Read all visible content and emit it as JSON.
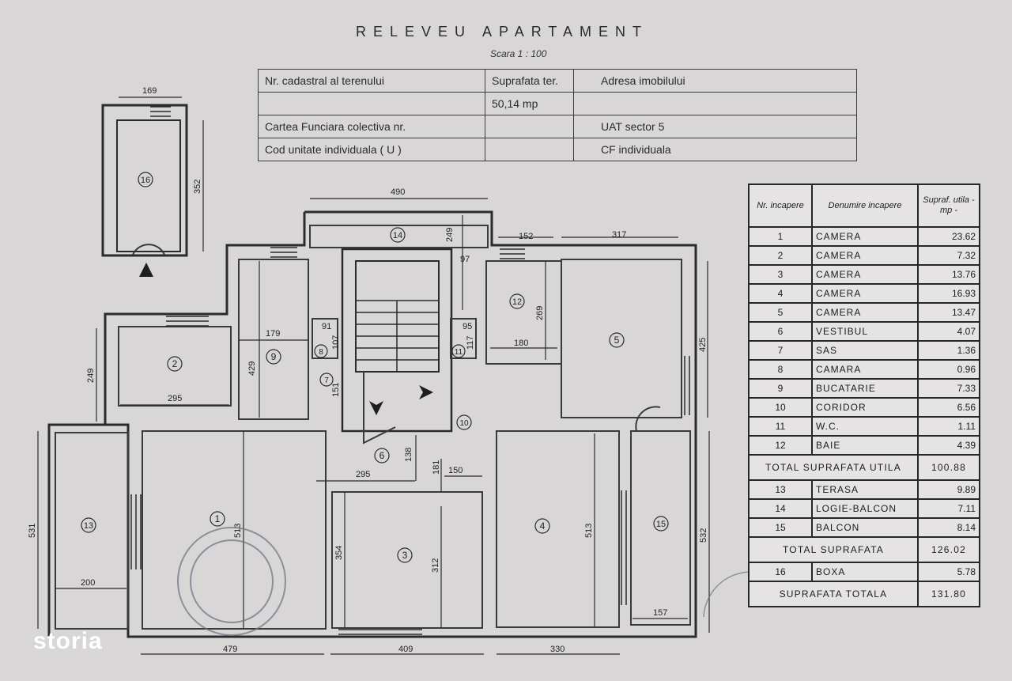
{
  "header": {
    "title": "RELEVEU APARTAMENT",
    "scale": "Scara 1 : 100"
  },
  "info_table": {
    "cadastral_label": "Nr. cadastral al terenului",
    "surface_label": "Suprafata ter.",
    "address_label": "Adresa imobilului",
    "surface_value": "50,14 mp",
    "cf_label": "Cartea Funciara colectiva nr.",
    "uat_label": "UAT   sector 5",
    "unit_label": "Cod unitate individuala ( U )",
    "cf_individual_label": "CF individuala"
  },
  "area_table": {
    "header_nr": "Nr. incapere",
    "header_name": "Denumire incapere",
    "header_area": "Supraf. utila - mp -",
    "rooms": [
      {
        "nr": "1",
        "name": "CAMERA",
        "area": "23.62"
      },
      {
        "nr": "2",
        "name": "CAMERA",
        "area": "7.32"
      },
      {
        "nr": "3",
        "name": "CAMERA",
        "area": "13.76"
      },
      {
        "nr": "4",
        "name": "CAMERA",
        "area": "16.93"
      },
      {
        "nr": "5",
        "name": "CAMERA",
        "area": "13.47"
      },
      {
        "nr": "6",
        "name": "VESTIBUL",
        "area": "4.07"
      },
      {
        "nr": "7",
        "name": "SAS",
        "area": "1.36"
      },
      {
        "nr": "8",
        "name": "CAMARA",
        "area": "0.96"
      },
      {
        "nr": "9",
        "name": "BUCATARIE",
        "area": "7.33"
      },
      {
        "nr": "10",
        "name": "CORIDOR",
        "area": "6.56"
      },
      {
        "nr": "11",
        "name": "W.C.",
        "area": "1.11"
      },
      {
        "nr": "12",
        "name": "BAIE",
        "area": "4.39"
      }
    ],
    "total_useful_label": "TOTAL SUPRAFATA UTILA",
    "total_useful_value": "100.88",
    "outdoor": [
      {
        "nr": "13",
        "name": "TERASA",
        "area": "9.89"
      },
      {
        "nr": "14",
        "name": "LOGIE-BALCON",
        "area": "7.11"
      },
      {
        "nr": "15",
        "name": "BALCON",
        "area": "8.14"
      }
    ],
    "total_label": "TOTAL SUPRAFATA",
    "total_value": "126.02",
    "storage": {
      "nr": "16",
      "name": "BOXA",
      "area": "5.78"
    },
    "grand_total_label": "SUPRAFATA TOTALA",
    "grand_total_value": "131.80"
  },
  "dimensions": {
    "d169": "169",
    "d352": "352",
    "d490": "490",
    "d249a": "249",
    "d97": "97",
    "d152": "152",
    "d317": "317",
    "d269": "269",
    "d425": "425",
    "d180": "180",
    "d179": "179",
    "d91": "91",
    "d107": "107",
    "d95": "95",
    "d117": "117",
    "d429": "429",
    "d249b": "249",
    "d295a": "295",
    "d151": "151",
    "d531": "531",
    "d513a": "513",
    "d138": "138",
    "d181": "181",
    "d150": "150",
    "d295b": "295",
    "d354": "354",
    "d312": "312",
    "d513b": "513",
    "d532": "532",
    "d200": "200",
    "d157": "157",
    "d479": "479",
    "d409": "409",
    "d330": "330"
  },
  "room_labels": {
    "r1": "1",
    "r2": "2",
    "r3": "3",
    "r4": "4",
    "r5": "5",
    "r6": "6",
    "r7": "7",
    "r8": "8",
    "r9": "9",
    "r10": "10",
    "r11": "11",
    "r12": "12",
    "r13": "13",
    "r14": "14",
    "r15": "15",
    "r16": "16"
  },
  "brand": {
    "logo": "storia"
  }
}
